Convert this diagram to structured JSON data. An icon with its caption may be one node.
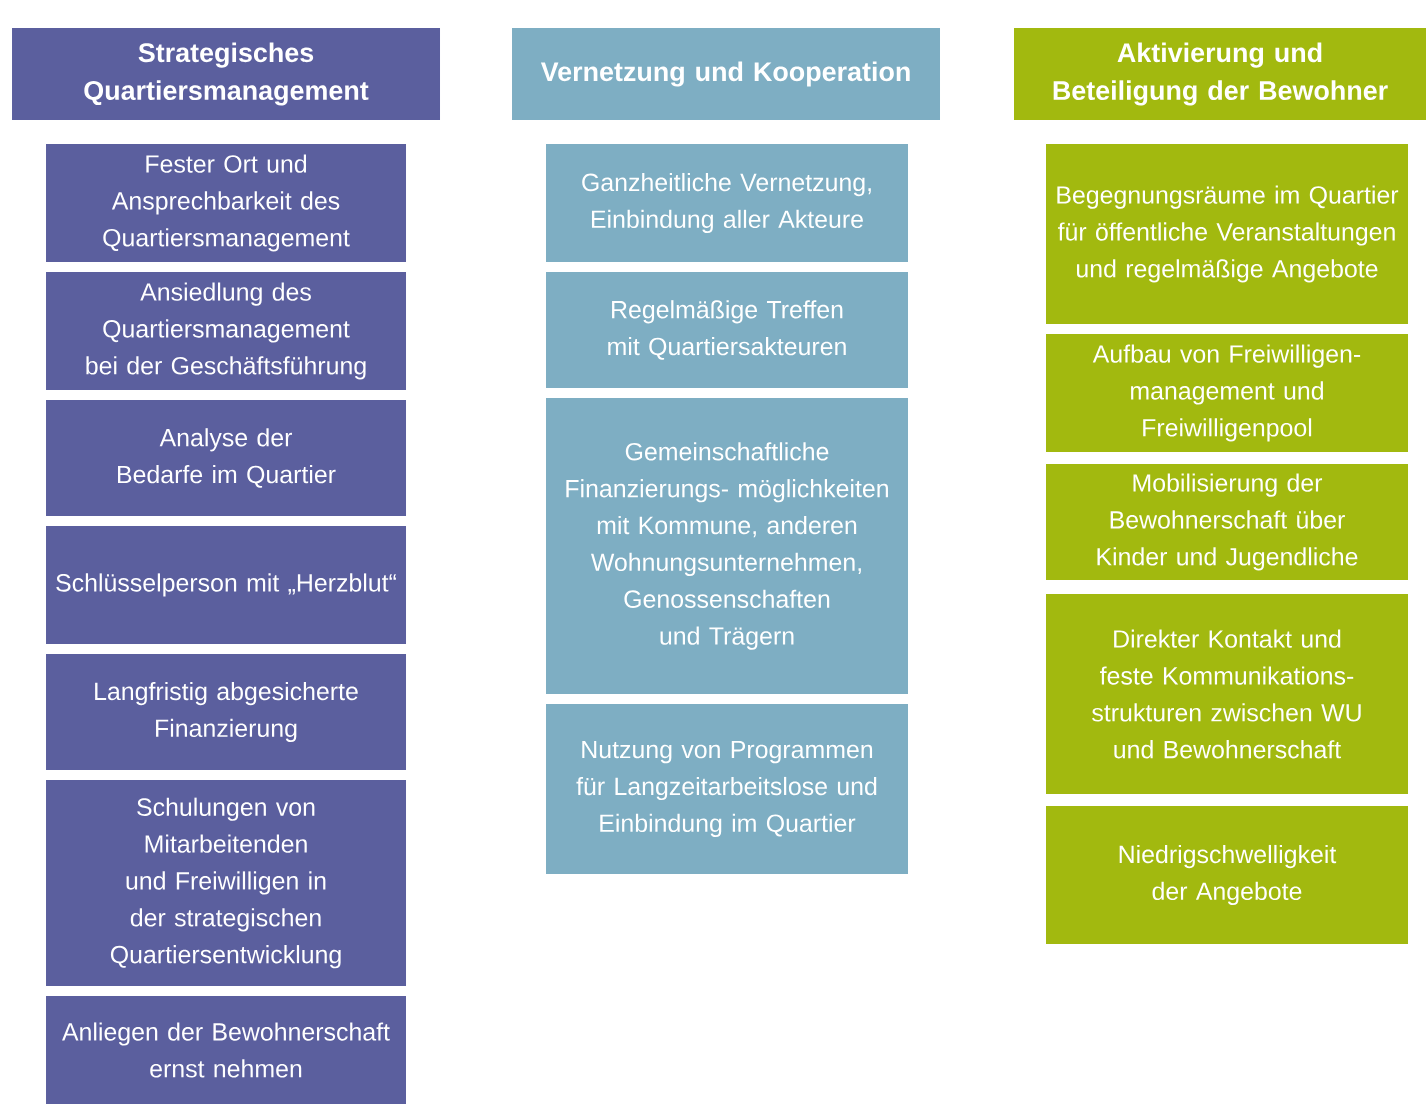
{
  "diagram": {
    "nodes": [
      {
        "text": [
          "Strategisches Quartiersmanagement"
        ]
      },
      {
        "text": [
          "Fester Ort und Ansprechbarkeit des Quartiersmanagement"
        ]
      },
      {
        "text": [
          "Ansiedlung des Quartiersmanagement bei der Geschäftsführung"
        ]
      },
      {
        "text": [
          "Analyse der Bedarfe im Quartier"
        ]
      },
      {
        "text": [
          "Schlüsselperson mit „Herzblut“"
        ]
      },
      {
        "text": [
          "Langfristig abgesicherte Finanzierung"
        ]
      },
      {
        "text": [
          "Schulungen von Mitarbeitenden und Freiwilligen in der strategischen Quartiersentwicklung"
        ]
      },
      {
        "text": [
          "Anliegen der Bewohnerschaft ernst nehmen"
        ]
      },
      {
        "text": [
          "Vernetzung und Kooperation"
        ]
      },
      {
        "text": [
          "Ganzheitliche Vernetzung, Einbindung aller Akteure"
        ]
      },
      {
        "text": [
          "Regelmäßige Treffen mit Quartiersakteuren"
        ]
      },
      {
        "text": [
          "Gemeinschaftliche Finanzierungs- möglichkeiten mit Kommune, anderen Wohnungsunternehmen, Genossenschaften und Trägern"
        ]
      },
      {
        "text": [
          "Nutzung von Programmen für Langzeitarbeitslose und Einbindung im Quartier"
        ]
      },
      {
        "text": [
          "Aktivierung und Beteiligung der Bewohner"
        ]
      },
      {
        "text": [
          "Begegnungsräume im Quartier für öffentliche Veranstaltungen und regelmäßige Angebote"
        ]
      },
      {
        "text": [
          "Aufbau von Freiwilligen- management und Freiwilligenpool"
        ]
      },
      {
        "text": [
          "Mobilisierung der Bewohnerschaft über Kinder und Jugendliche"
        ]
      },
      {
        "text": [
          "Direkter Kontakt und feste Kommunikations- strukturen zwischen WU und Bewohnerschaft"
        ]
      },
      {
        "text": [
          "Niedrigschwelligkeit der Angebote"
        ]
      }
    ]
  }
}
